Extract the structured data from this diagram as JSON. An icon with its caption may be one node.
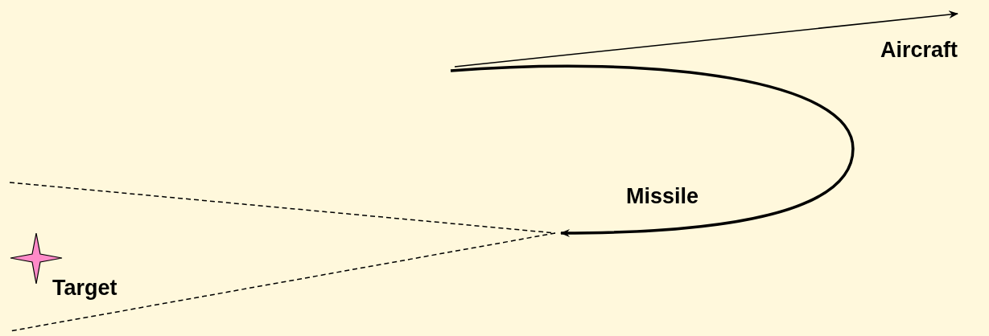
{
  "diagram": {
    "labels": [
      "Aircraft",
      "Missile",
      "Target"
    ]
  }
}
